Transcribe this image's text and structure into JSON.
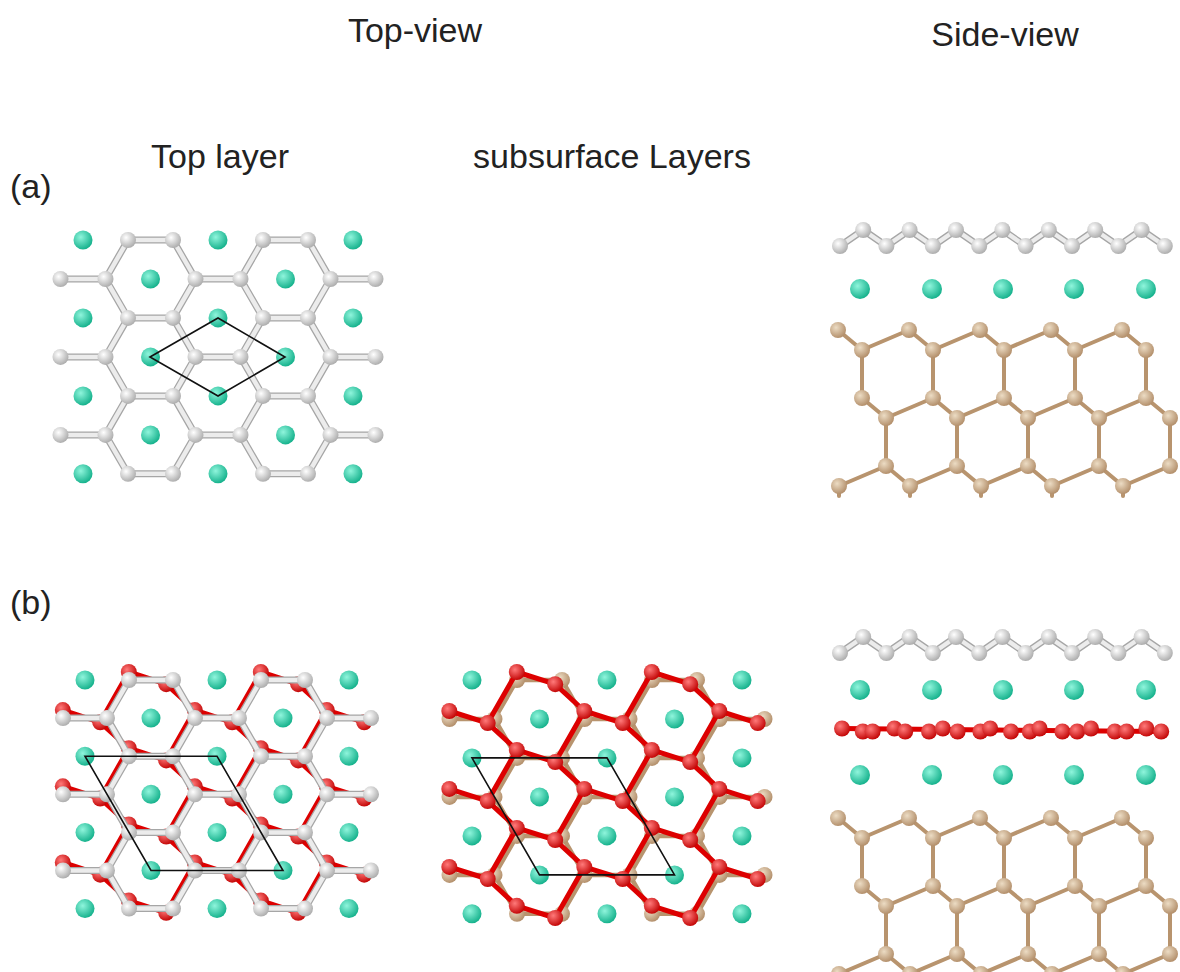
{
  "diagram": {
    "labels": [
      "Top-view",
      "Side-view",
      "Top layer",
      "subsurface Layers",
      "(a)",
      "(b)"
    ]
  }
}
